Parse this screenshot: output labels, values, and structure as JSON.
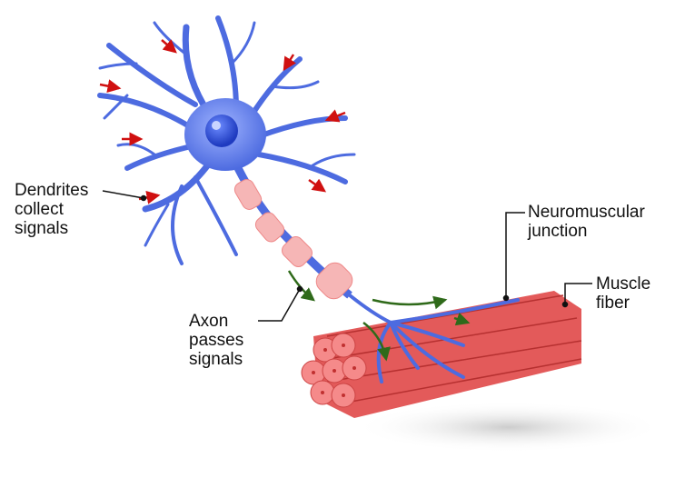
{
  "labels": {
    "dendrites": [
      "Dendrites",
      "collect",
      "signals"
    ],
    "axon": [
      "Axon",
      "passes",
      "signals"
    ],
    "junction": [
      "Neuromuscular",
      "junction"
    ],
    "muscle": [
      "Muscle",
      "fiber"
    ]
  },
  "colors": {
    "neuron": "#5b79e8",
    "neuron_dark": "#2d45c8",
    "myelin": "#f6b6b6",
    "muscle": "#e35a5a",
    "signal_arrow": "#d01010",
    "axon_arrow": "#2f6a1a"
  }
}
